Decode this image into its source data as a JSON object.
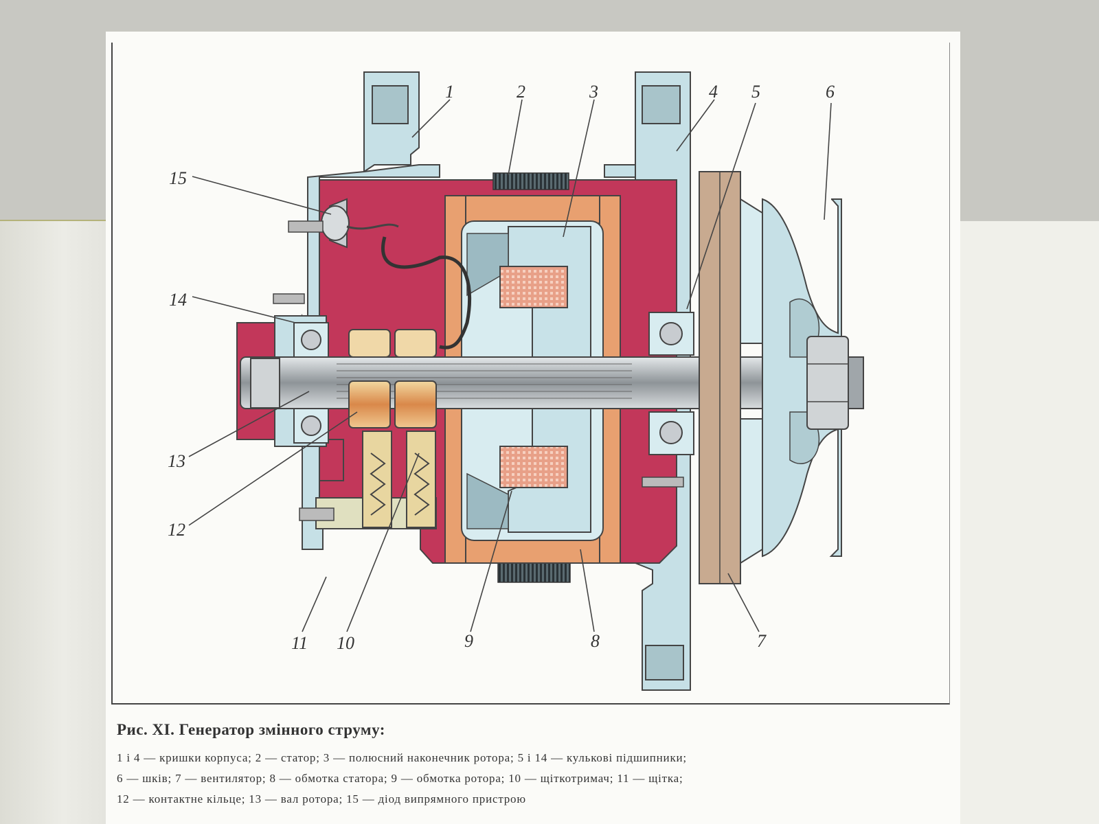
{
  "figure": {
    "caption_title": "Рис. XI. Генератор змінного струму:",
    "legend_lines": [
      "1 і 4 — кришки корпуса; 2 — статор; 3 — полюсний наконечник ротора; 5 і 14 — кулькові підшипники;",
      "6 — шків; 7 — вентилятор; 8 — обмотка статора; 9 — обмотка ротора; 10 — щіткотримач; 11 — щітка;",
      "12 — контактне кільце; 13 — вал ротора; 15 — діод випрямного пристрою"
    ]
  },
  "callouts": {
    "n1": "1",
    "n2": "2",
    "n3": "3",
    "n4": "4",
    "n5": "5",
    "n6": "6",
    "n7": "7",
    "n8": "8",
    "n9": "9",
    "n10": "10",
    "n11": "11",
    "n12": "12",
    "n13": "13",
    "n14": "14",
    "n15": "15"
  },
  "colors": {
    "housing": "#c6e0e6",
    "stator_body": "#c2375a",
    "winding": "#e08a6a",
    "shaft": "#a0a6aa",
    "pulley": "#c6e0e6"
  }
}
